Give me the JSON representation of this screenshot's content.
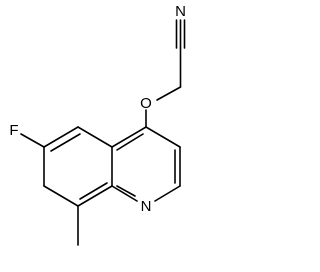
{
  "molecule": {
    "atoms": {
      "nitrile_n": "N",
      "ether_o": "O",
      "fluoro": "F",
      "ring_n": "N"
    }
  },
  "colors": {
    "bond": "#000000",
    "background": "#ffffff"
  }
}
